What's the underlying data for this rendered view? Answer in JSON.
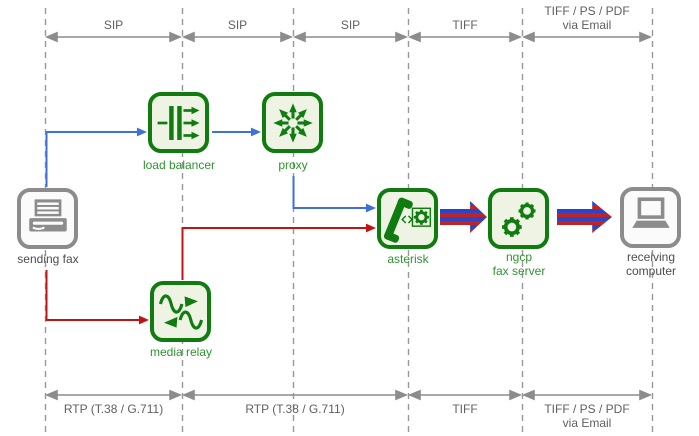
{
  "diagram_title": "fax flow diagram",
  "colors": {
    "green_border": "#107c10",
    "green_icon_bg": "#eef3e4",
    "green_text": "#2f9431",
    "gray_border": "#8c8c8c",
    "gray_text": "#4d4d4d",
    "section_text": "#606060",
    "blue_line": "#3f6fd8",
    "red_line": "#c01313",
    "stripe_blue": "#2b45c8",
    "stripe_red": "#c32222",
    "dash_gray": "#989898"
  },
  "top_sections": [
    {
      "label": "SIP"
    },
    {
      "label": "SIP"
    },
    {
      "label": "SIP"
    },
    {
      "label": "TIFF"
    },
    {
      "label": "TIFF / PS / PDF\nvia Email"
    }
  ],
  "bottom_sections": [
    {
      "label": "RTP (T.38 / G.711)"
    },
    {
      "label": "RTP (T.38 / G.711)"
    },
    {
      "label": "TIFF"
    },
    {
      "label": "TIFF / PS / PDF\nvia Email"
    }
  ],
  "nodes": {
    "sending_fax": {
      "label": "sending fax"
    },
    "load_balancer": {
      "label": "load balancer"
    },
    "proxy": {
      "label": "proxy"
    },
    "media_relay": {
      "label": "media relay"
    },
    "asterisk": {
      "label": "asterisk"
    },
    "ngcp_fax_server": {
      "label": "ngcp\nfax server"
    },
    "receiving_computer": {
      "label": "receiving\ncomputer"
    }
  }
}
